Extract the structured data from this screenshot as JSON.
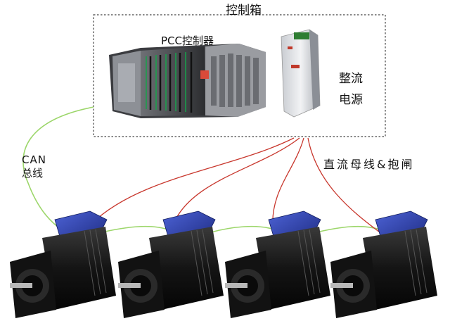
{
  "control_box": {
    "title": "控制箱"
  },
  "plc": {
    "label": "PCC控制器"
  },
  "rectifier": {
    "label_line1": "整流",
    "label_line2": "电源"
  },
  "can_bus": {
    "label_line1": "CAN",
    "label_line2": "总线"
  },
  "dc_bus": {
    "label": "直流母线&抱闸"
  },
  "colors": {
    "can_wire": "#9cd66a",
    "power_wire": "#c8372d",
    "dashed_box": "#444444",
    "motor_drive_blue": "#2d3fa8",
    "motor_body": "#1a1a1a"
  }
}
